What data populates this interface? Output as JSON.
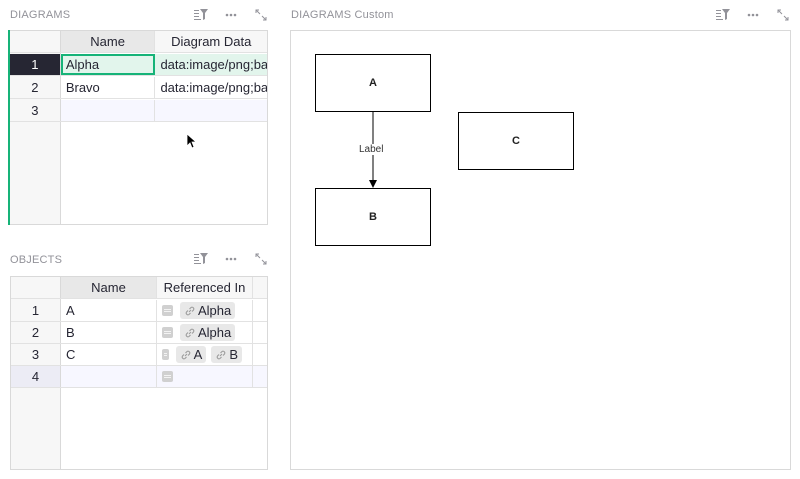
{
  "diagrams_section": {
    "title": "DIAGRAMS",
    "tools": [
      "sort-filter-icon",
      "more-options-icon",
      "expand-icon"
    ],
    "columns": [
      "Name",
      "Diagram Data"
    ],
    "rows": [
      {
        "num": "1",
        "name": "Alpha",
        "data": "data:image/png;ba."
      },
      {
        "num": "2",
        "name": "Bravo",
        "data": "data:image/png;ba."
      }
    ],
    "new_row_num": "3",
    "active_row": 1,
    "accent_color": "#16b378"
  },
  "objects_section": {
    "title": "OBJECTS",
    "tools": [
      "sort-filter-icon",
      "more-options-icon",
      "expand-icon"
    ],
    "columns": [
      "Name",
      "Referenced In"
    ],
    "rows": [
      {
        "num": "1",
        "name": "A",
        "refs": [
          "Alpha"
        ]
      },
      {
        "num": "2",
        "name": "B",
        "refs": [
          "Alpha"
        ]
      },
      {
        "num": "3",
        "name": "C",
        "refs": [
          "A",
          "B"
        ]
      }
    ],
    "new_row_num": "4"
  },
  "custom_section": {
    "title": "DIAGRAMS Custom",
    "tools": [
      "sort-filter-icon",
      "more-options-icon",
      "expand-icon"
    ],
    "diagram": {
      "nodes": [
        {
          "id": "A",
          "label": "A"
        },
        {
          "id": "B",
          "label": "B"
        },
        {
          "id": "C",
          "label": "C"
        }
      ],
      "edges": [
        {
          "from": "A",
          "to": "B",
          "label": "Label"
        }
      ]
    }
  }
}
